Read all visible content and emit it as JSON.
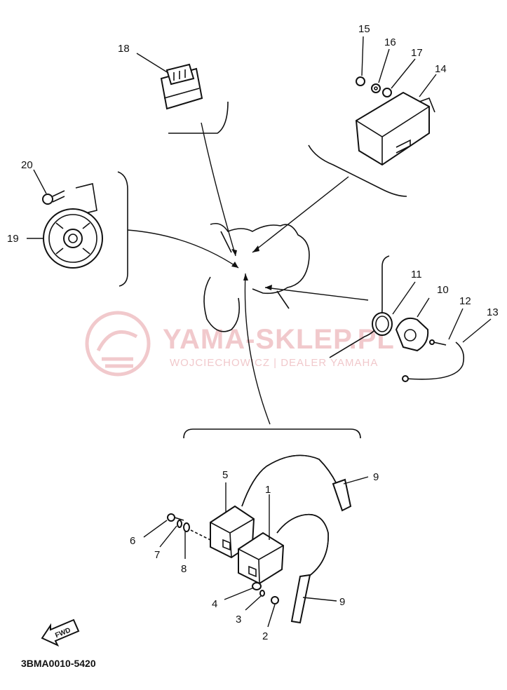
{
  "diagram": {
    "callouts": [
      "1",
      "2",
      "3",
      "4",
      "5",
      "6",
      "7",
      "8",
      "9",
      "9",
      "10",
      "11",
      "12",
      "13",
      "14",
      "15",
      "16",
      "17",
      "18",
      "19",
      "20"
    ],
    "watermark": {
      "brand": "YAMA-SKLEP.PL",
      "dealer": "WOJCIECHOWICZ | DEALER YAMAHA"
    },
    "direction_label": "FWD",
    "diagram_code": "3BMA0010-5420"
  }
}
